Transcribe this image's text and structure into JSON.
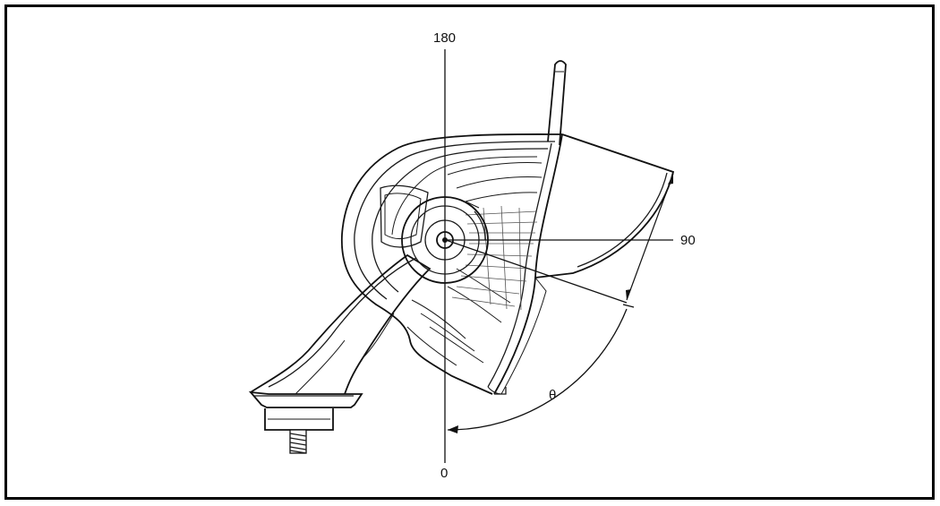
{
  "diagram": {
    "labels": {
      "top": "180",
      "right": "90",
      "bottom": "0",
      "angle": "θ"
    },
    "colors": {
      "frame": "#000000",
      "line": "#1a1a1a",
      "background": "#ffffff"
    }
  }
}
